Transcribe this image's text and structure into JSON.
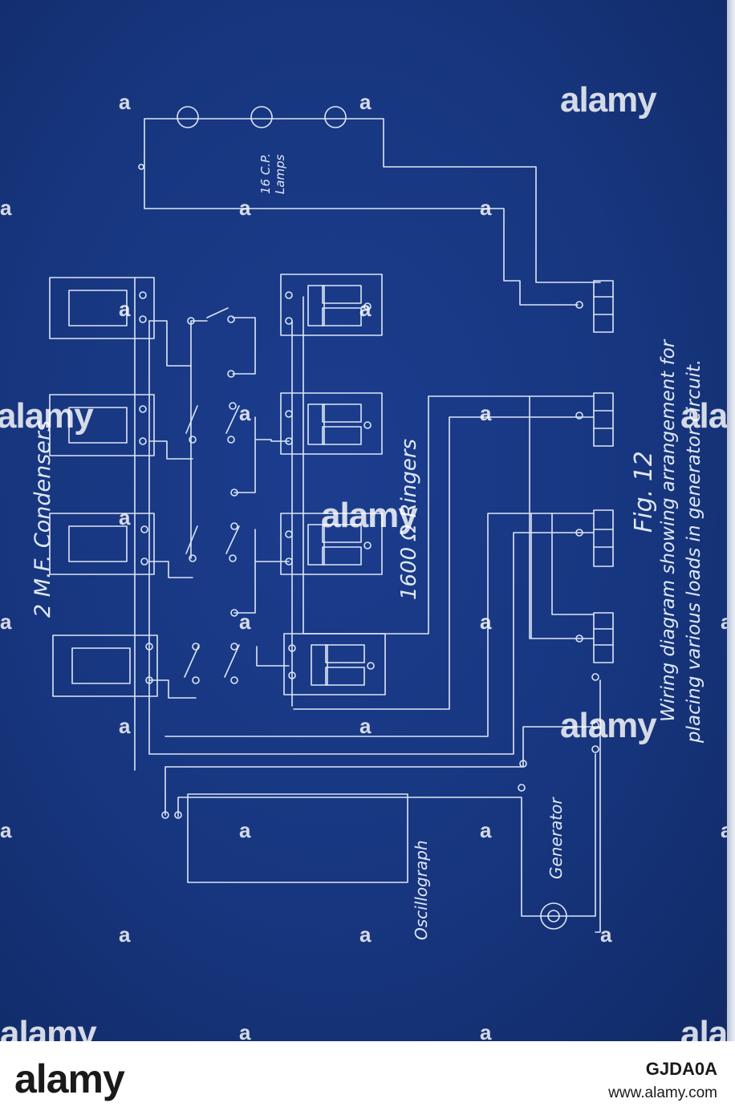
{
  "diagram": {
    "caption_line1": "Wiring diagram showing arrangement for",
    "caption_line2": "placing various loads in generator circuit.",
    "fig_label": "Fig. 12",
    "condensers_label": "2 M.F. Condensers",
    "ringers_label": "1600 Ω Ringers",
    "lamps_label_line1": "16 C.P.",
    "lamps_label_line2": "Lamps",
    "oscillograph_label": "Oscillograph",
    "generator_label": "Generator"
  },
  "watermark": {
    "logo": "alamy",
    "letter": "a"
  },
  "footer": {
    "logo": "alamy",
    "image_id": "GJDA0A",
    "url": "www.alamy.com"
  },
  "colors": {
    "blueprint": "#17367f",
    "lines": "#dce6f5",
    "footer_bg": "#ffffff"
  }
}
